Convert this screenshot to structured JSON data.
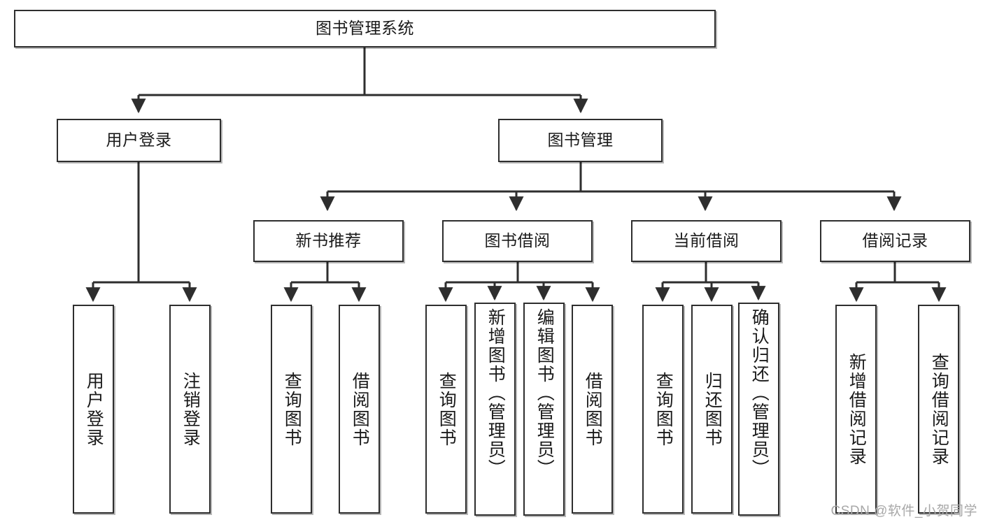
{
  "diagram": {
    "title": "图书管理系统",
    "type": "tree",
    "colors": {
      "box_border": "#2e2e2e",
      "box_fill": "#ffffff",
      "edge": "#2e2e2e",
      "text": "#1a1a1a",
      "watermark": "#a8a8a8"
    },
    "watermark": "CSDN @软件_小贺同学",
    "nodes": {
      "root": {
        "label": "图书管理系统"
      },
      "level2": [
        {
          "id": "user_login",
          "label": "用户登录"
        },
        {
          "id": "book_mgmt",
          "label": "图书管理"
        }
      ],
      "level3": [
        {
          "id": "new_book_rec",
          "label": "新书推荐"
        },
        {
          "id": "book_borrow",
          "label": "图书借阅"
        },
        {
          "id": "current_borrow",
          "label": "当前借阅"
        },
        {
          "id": "borrow_record",
          "label": "借阅记录"
        }
      ],
      "leaves": {
        "user_login": [
          {
            "id": "leaf_user_login",
            "label": "用户登录"
          },
          {
            "id": "leaf_logout",
            "label": "注销登录"
          }
        ],
        "new_book_rec": [
          {
            "id": "leaf_query_book_1",
            "label": "查询图书"
          },
          {
            "id": "leaf_borrow_book_1",
            "label": "借阅图书"
          }
        ],
        "book_borrow": [
          {
            "id": "leaf_query_book_2",
            "label": "查询图书"
          },
          {
            "id": "leaf_add_book",
            "label": "新增图书（管理员）"
          },
          {
            "id": "leaf_edit_book",
            "label": "编辑图书（管理员）"
          },
          {
            "id": "leaf_borrow_book_2",
            "label": "借阅图书"
          }
        ],
        "current_borrow": [
          {
            "id": "leaf_query_book_3",
            "label": "查询图书"
          },
          {
            "id": "leaf_return_book",
            "label": "归还图书"
          },
          {
            "id": "leaf_confirm_return",
            "label": "确认归还（管理员）"
          }
        ],
        "borrow_record": [
          {
            "id": "leaf_add_record",
            "label": "新增借阅记录"
          },
          {
            "id": "leaf_query_record",
            "label": "查询借阅记录"
          }
        ]
      }
    }
  }
}
